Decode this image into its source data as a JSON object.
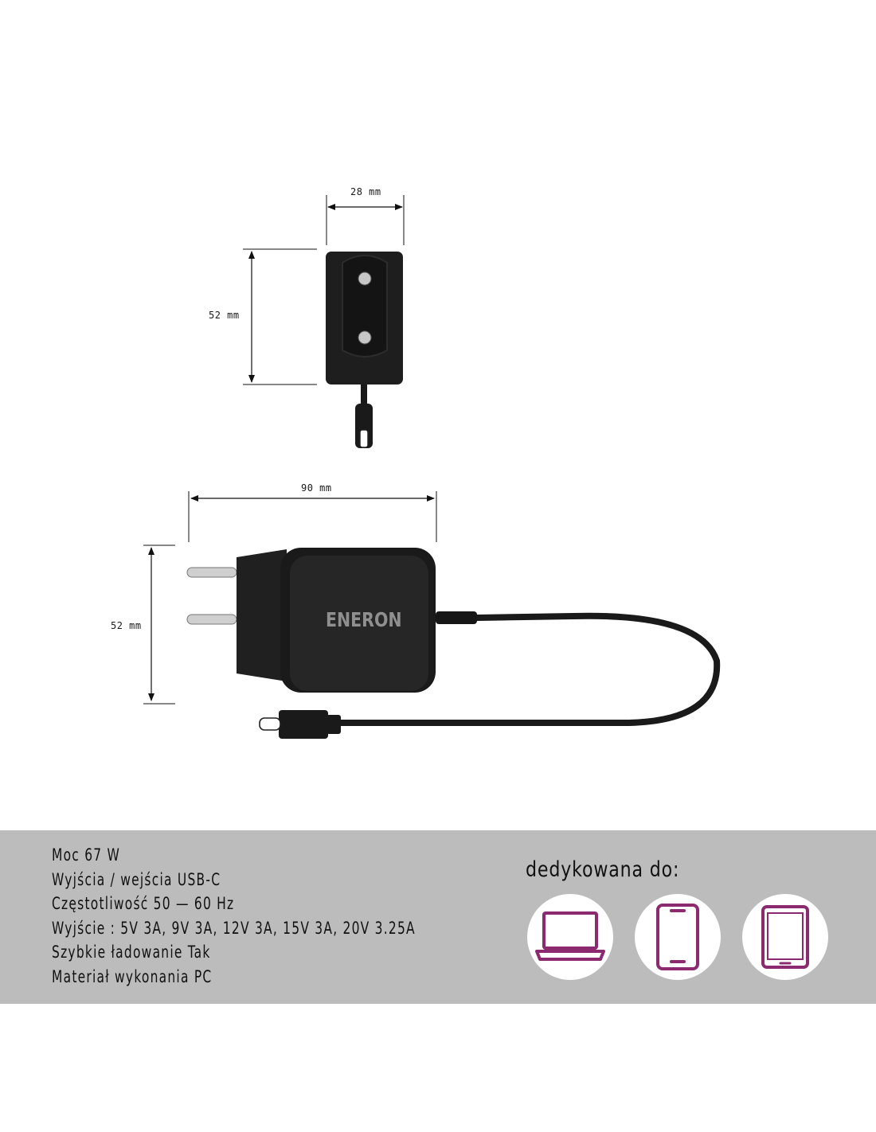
{
  "dimensions": {
    "top_width": "28 mm",
    "top_height": "52 mm",
    "side_width": "90 mm",
    "side_height": "52 mm"
  },
  "brand": "ENERON",
  "specs": [
    "Moc 67 W",
    "Wyjścia / wejścia USB-C",
    "Częstotliwość 50 — 60 Hz",
    "Wyjście : 5V 3A, 9V 3A, 12V 3A, 15V 3A, 20V 3.25A",
    "Szybkie ładowanie Tak",
    "Materiał wykonania PC"
  ],
  "dedicated": {
    "title": "dedykowana do:",
    "devices": [
      "laptop-icon",
      "smartphone-icon",
      "tablet-icon"
    ]
  },
  "colors": {
    "accent": "#8b2a6e",
    "bar": "#bcbcbc",
    "device_body": "#1c1c1c"
  }
}
